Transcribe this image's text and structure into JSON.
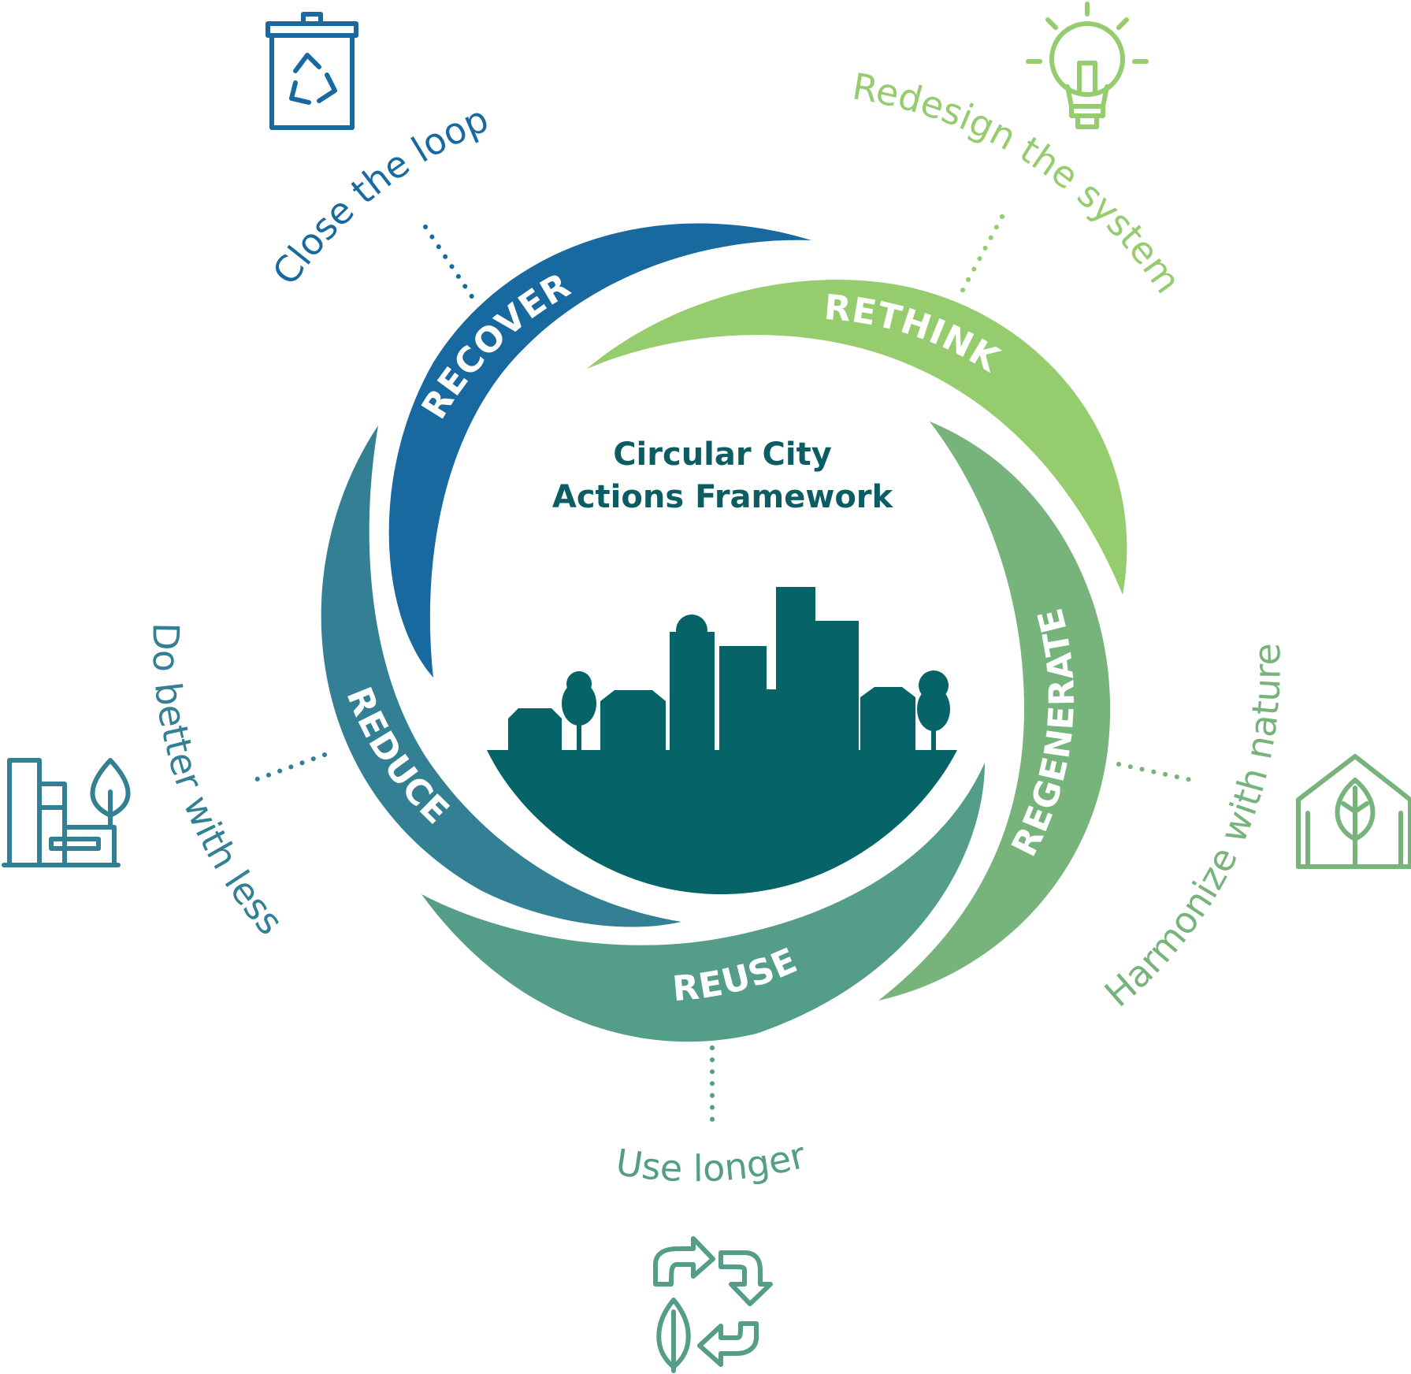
{
  "center": {
    "title_line1": "Circular City",
    "title_line2": "Actions Framework"
  },
  "stages": [
    {
      "id": "recover",
      "label": "RECOVER",
      "outer": "Close the loop",
      "color": "#1869a0",
      "icon": "recycle-bin-icon"
    },
    {
      "id": "rethink",
      "label": "RETHINK",
      "outer": "Redesign the system",
      "color": "#94cc6e",
      "icon": "lightbulb-icon"
    },
    {
      "id": "regenerate",
      "label": "REGENERATE",
      "outer": "Harmonize with nature",
      "color": "#77b47c",
      "icon": "house-leaf-icon"
    },
    {
      "id": "reuse",
      "label": "REUSE",
      "outer": "Use longer",
      "color": "#549d88",
      "icon": "recycle-arrows-leaf-icon"
    },
    {
      "id": "reduce",
      "label": "REDUCE",
      "outer": "Do better with less",
      "color": "#338094",
      "icon": "factory-tree-icon"
    }
  ],
  "colors": {
    "city": "#066468",
    "outer_text": {
      "recover": "#1869a0",
      "rethink": "#94cc6e",
      "regenerate": "#77b47c",
      "reuse": "#549d88",
      "reduce": "#338094"
    }
  }
}
